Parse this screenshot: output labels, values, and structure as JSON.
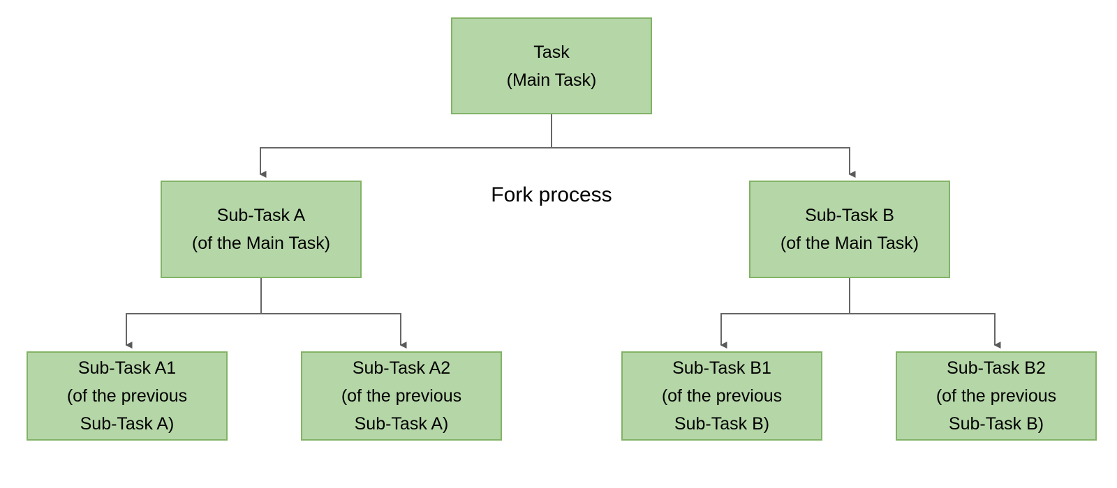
{
  "diagram": {
    "type": "tree",
    "title": "Fork process",
    "background": "#ffffff",
    "node_fill": "#b5d6a7",
    "node_stroke": "#82b366",
    "edge_color": "#666666",
    "arrow_color": "#5a5a5a",
    "text_color": "#000000"
  },
  "nodes": {
    "root": {
      "id": "task-main",
      "lines": [
        "Task",
        "(Main Task)"
      ],
      "line1": "Task",
      "line2": "(Main Task)",
      "line3": ""
    },
    "sub_a": {
      "id": "sub-task-a",
      "lines": [
        "Sub-Task A",
        "(of the Main Task)"
      ],
      "line1": "Sub-Task A",
      "line2": "(of the Main Task)",
      "line3": ""
    },
    "sub_b": {
      "id": "sub-task-b",
      "lines": [
        "Sub-Task B",
        "(of the Main Task)"
      ],
      "line1": "Sub-Task B",
      "line2": "(of the Main Task)",
      "line3": ""
    },
    "sub_a1": {
      "id": "sub-task-a1",
      "lines": [
        "Sub-Task A1",
        "(of the previous",
        "Sub-Task A)"
      ],
      "line1": "Sub-Task A1",
      "line2": "(of the previous",
      "line3": "Sub-Task A)"
    },
    "sub_a2": {
      "id": "sub-task-a2",
      "lines": [
        "Sub-Task A2",
        "(of the previous",
        "Sub-Task A)"
      ],
      "line1": "Sub-Task A2",
      "line2": "(of the previous",
      "line3": "Sub-Task A)"
    },
    "sub_b1": {
      "id": "sub-task-b1",
      "lines": [
        "Sub-Task B1",
        "(of the previous",
        "Sub-Task B)"
      ],
      "line1": "Sub-Task B1",
      "line2": "(of the previous",
      "line3": "Sub-Task B)"
    },
    "sub_b2": {
      "id": "sub-task-b2",
      "lines": [
        "Sub-Task B2",
        "(of the previous",
        "Sub-Task B)"
      ],
      "line1": "Sub-Task B2",
      "line2": "(of the previous",
      "line3": "Sub-Task B)"
    }
  },
  "labels": {
    "fork_process": "Fork process"
  },
  "edges": [
    {
      "from": "task-main",
      "to": "sub-task-a",
      "style": "elbow-arrow"
    },
    {
      "from": "task-main",
      "to": "sub-task-b",
      "style": "elbow-arrow"
    },
    {
      "from": "sub-task-a",
      "to": "sub-task-a1",
      "style": "elbow-arrow"
    },
    {
      "from": "sub-task-a",
      "to": "sub-task-a2",
      "style": "elbow-arrow"
    },
    {
      "from": "sub-task-b",
      "to": "sub-task-b1",
      "style": "elbow-arrow"
    },
    {
      "from": "sub-task-b",
      "to": "sub-task-b2",
      "style": "elbow-arrow"
    }
  ]
}
